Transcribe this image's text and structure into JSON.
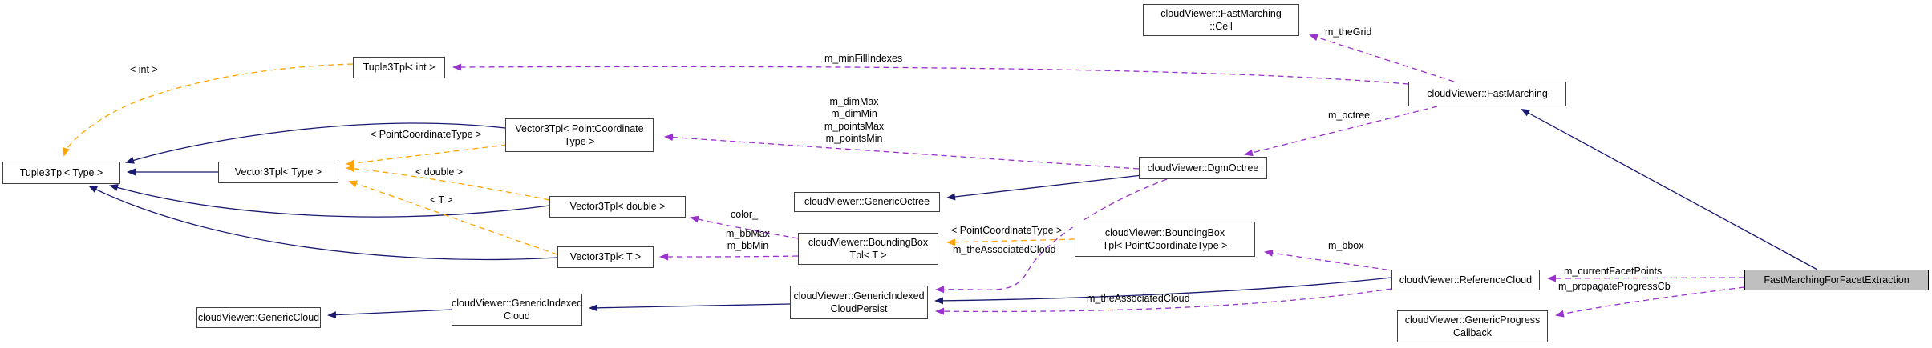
{
  "colors": {
    "inheritance_edge": "#191970",
    "usage_edge": "#9a32cd",
    "template_edge": "#ffa500",
    "node_border": "#404040",
    "node_fill": "#ffffff",
    "highlight_node_fill": "#bfbfbf",
    "text": "#000000",
    "background": "#ffffff"
  },
  "nodes": [
    {
      "id": "fastmarching-cell",
      "label": "cloudViewer::FastMarching\n::Cell"
    },
    {
      "id": "tuple3tpl-int",
      "label": "Tuple3Tpl< int >"
    },
    {
      "id": "fastmarching",
      "label": "cloudViewer::FastMarching"
    },
    {
      "id": "vector3tpl-pointcoordinatetype",
      "label": "Vector3Tpl< PointCoordinate\nType >"
    },
    {
      "id": "tuple3tpl-type",
      "label": "Tuple3Tpl< Type >"
    },
    {
      "id": "vector3tpl-type",
      "label": "Vector3Tpl< Type >"
    },
    {
      "id": "vector3tpl-double",
      "label": "Vector3Tpl< double >"
    },
    {
      "id": "vector3tpl-t",
      "label": "Vector3Tpl< T >"
    },
    {
      "id": "genericoctree",
      "label": "cloudViewer::GenericOctree"
    },
    {
      "id": "dgmoctree",
      "label": "cloudViewer::DgmOctree"
    },
    {
      "id": "boundingboxtpl-t",
      "label": "cloudViewer::BoundingBox\nTpl< T >"
    },
    {
      "id": "boundingboxtpl-pointcoordinatetype",
      "label": "cloudViewer::BoundingBox\nTpl< PointCoordinateType >"
    },
    {
      "id": "referencecloud",
      "label": "cloudViewer::ReferenceCloud"
    },
    {
      "id": "fastmarchingforfacetextraction",
      "label": "FastMarchingForFacetExtraction"
    },
    {
      "id": "genericcloud",
      "label": "cloudViewer::GenericCloud"
    },
    {
      "id": "genericindexedcloud",
      "label": "cloudViewer::GenericIndexed\nCloud"
    },
    {
      "id": "genericindexedcloudpersist",
      "label": "cloudViewer::GenericIndexed\nCloudPersist"
    },
    {
      "id": "genericprogresscallback",
      "label": "cloudViewer::GenericProgress\nCallback"
    }
  ],
  "edge_labels": [
    {
      "id": "template-int",
      "text": "< int >"
    },
    {
      "id": "min-fill-indexes",
      "text": "m_minFillIndexes"
    },
    {
      "id": "the-grid",
      "text": "m_theGrid"
    },
    {
      "id": "template-pct-vector",
      "text": "< PointCoordinateType >"
    },
    {
      "id": "dgmoctree-members",
      "text": "m_dimMax\nm_dimMin\nm_pointsMax\nm_pointsMin"
    },
    {
      "id": "octree",
      "text": "m_octree"
    },
    {
      "id": "template-double",
      "text": "< double >"
    },
    {
      "id": "template-t",
      "text": "< T >"
    },
    {
      "id": "color",
      "text": "color_"
    },
    {
      "id": "bb-minmax",
      "text": "m_bbMax\nm_bbMin"
    },
    {
      "id": "template-pct-bbox",
      "text": "< PointCoordinateType >"
    },
    {
      "id": "the-associated-cloud-1",
      "text": "m_theAssociatedCloud"
    },
    {
      "id": "bbox",
      "text": "m_bbox"
    },
    {
      "id": "current-facet-points",
      "text": "m_currentFacetPoints"
    },
    {
      "id": "propagate-progress-cb",
      "text": "m_propagateProgressCb"
    },
    {
      "id": "the-associated-cloud-2",
      "text": "m_theAssociatedCloud"
    }
  ]
}
